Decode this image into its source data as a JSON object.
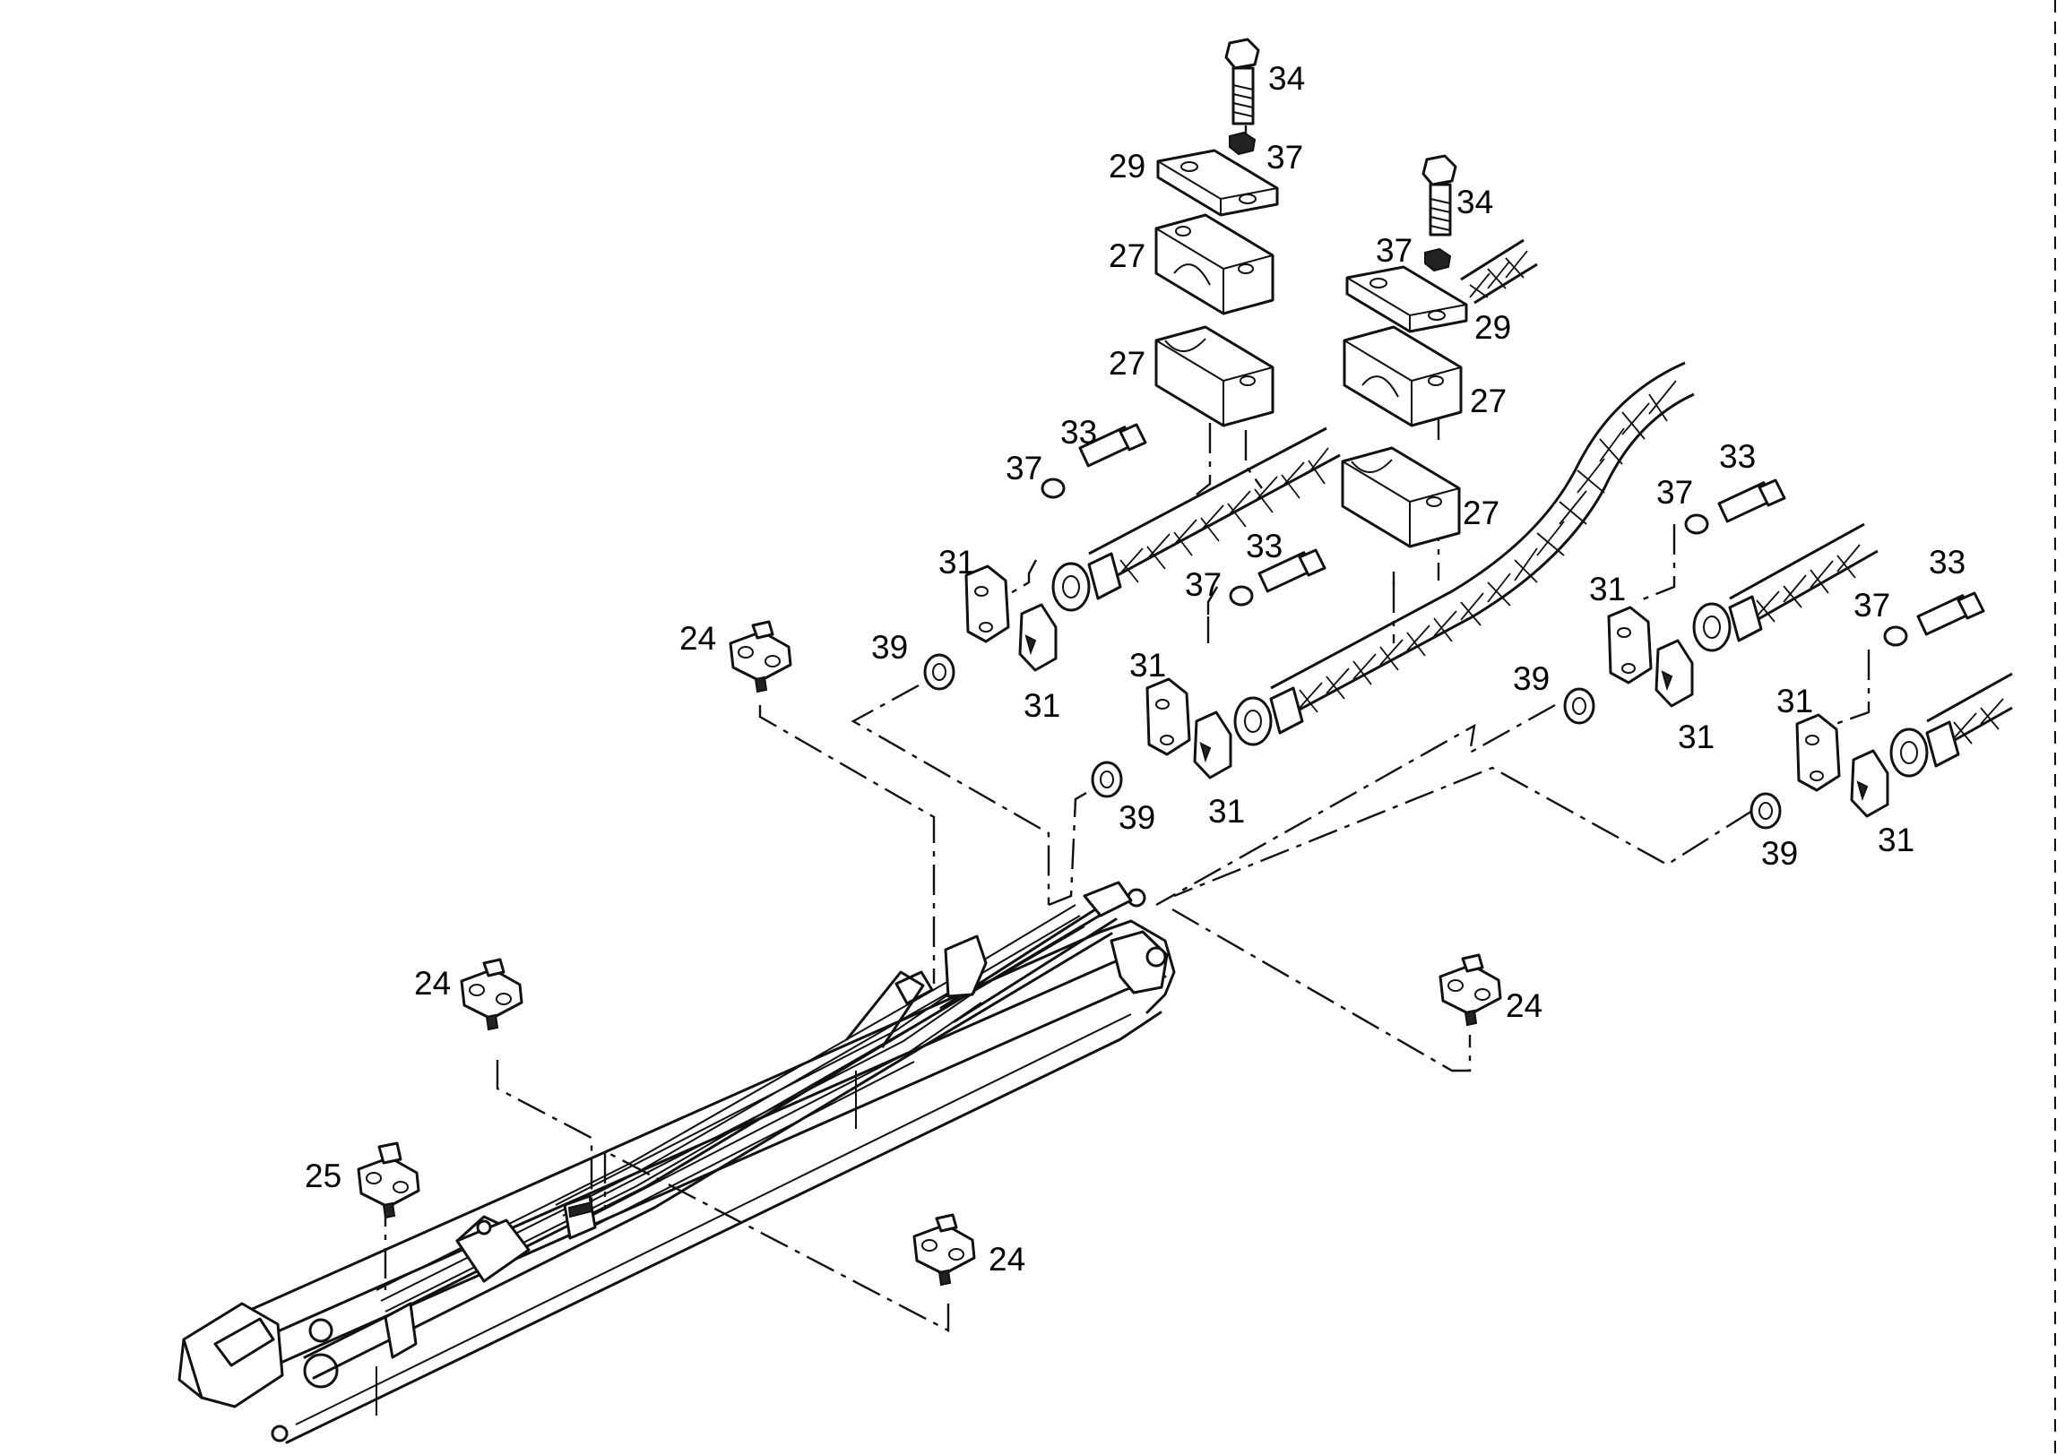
{
  "callouts": [
    {
      "id": "c-34-a",
      "text": "34"
    },
    {
      "id": "c-37-a",
      "text": "37"
    },
    {
      "id": "c-29-a",
      "text": "29"
    },
    {
      "id": "c-27-a",
      "text": "27"
    },
    {
      "id": "c-27-b",
      "text": "27"
    },
    {
      "id": "c-34-b",
      "text": "34"
    },
    {
      "id": "c-37-b",
      "text": "37"
    },
    {
      "id": "c-29-b",
      "text": "29"
    },
    {
      "id": "c-27-c",
      "text": "27"
    },
    {
      "id": "c-27-d",
      "text": "27"
    },
    {
      "id": "c-33-a",
      "text": "33"
    },
    {
      "id": "c-37-c",
      "text": "37"
    },
    {
      "id": "c-31-a",
      "text": "31"
    },
    {
      "id": "c-31-b",
      "text": "31"
    },
    {
      "id": "c-39-a",
      "text": "39"
    },
    {
      "id": "c-24-a",
      "text": "24"
    },
    {
      "id": "c-33-b",
      "text": "33"
    },
    {
      "id": "c-37-d",
      "text": "37"
    },
    {
      "id": "c-31-c",
      "text": "31"
    },
    {
      "id": "c-31-d",
      "text": "31"
    },
    {
      "id": "c-39-b",
      "text": "39"
    },
    {
      "id": "c-33-c",
      "text": "33"
    },
    {
      "id": "c-37-e",
      "text": "37"
    },
    {
      "id": "c-31-e",
      "text": "31"
    },
    {
      "id": "c-31-f",
      "text": "31"
    },
    {
      "id": "c-39-c",
      "text": "39"
    },
    {
      "id": "c-33-d",
      "text": "33"
    },
    {
      "id": "c-37-f",
      "text": "37"
    },
    {
      "id": "c-31-g",
      "text": "31"
    },
    {
      "id": "c-31-h",
      "text": "31"
    },
    {
      "id": "c-39-d",
      "text": "39"
    },
    {
      "id": "c-24-b",
      "text": "24"
    },
    {
      "id": "c-24-c",
      "text": "24"
    },
    {
      "id": "c-25",
      "text": "25"
    },
    {
      "id": "c-24-d",
      "text": "24"
    }
  ]
}
